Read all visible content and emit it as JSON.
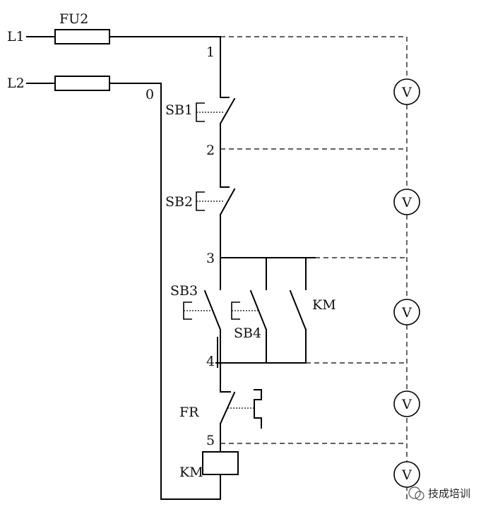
{
  "lines": {
    "l1": "L1",
    "l2": "L2"
  },
  "fuse": {
    "label": "FU2"
  },
  "nodes": [
    "1",
    "0",
    "2",
    "3",
    "4",
    "5"
  ],
  "components": {
    "sb1": "SB1",
    "sb2": "SB2",
    "sb3": "SB3",
    "sb4": "SB4",
    "km_contact": "KM",
    "fr": "FR",
    "km_coil": "KM"
  },
  "meters": [
    "V",
    "V",
    "V",
    "V",
    "V"
  ],
  "watermark": "技成培训"
}
